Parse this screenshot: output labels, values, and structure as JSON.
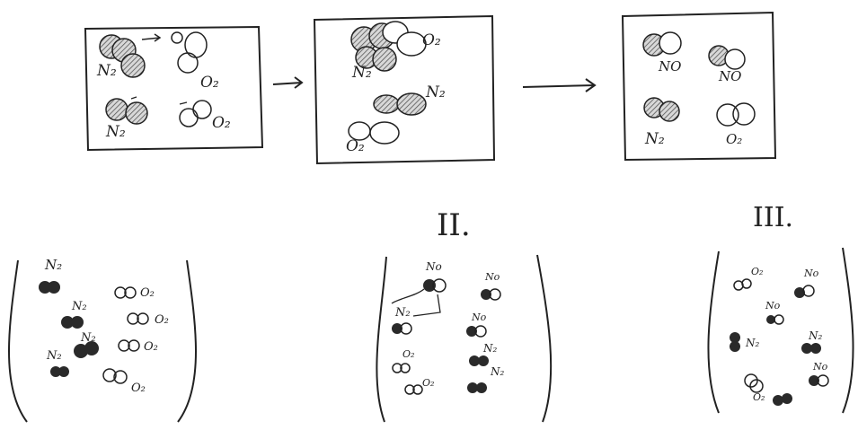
{
  "labels": {
    "n2": "N₂",
    "o2": "O₂",
    "no": "NO",
    "no_small": "No"
  },
  "beaker_labels": {
    "second": "II.",
    "third": "III."
  },
  "colors": {
    "ink": "#222222",
    "hatch": "#555555",
    "filled": "#2a2a2a",
    "paper": "#ffffff"
  }
}
